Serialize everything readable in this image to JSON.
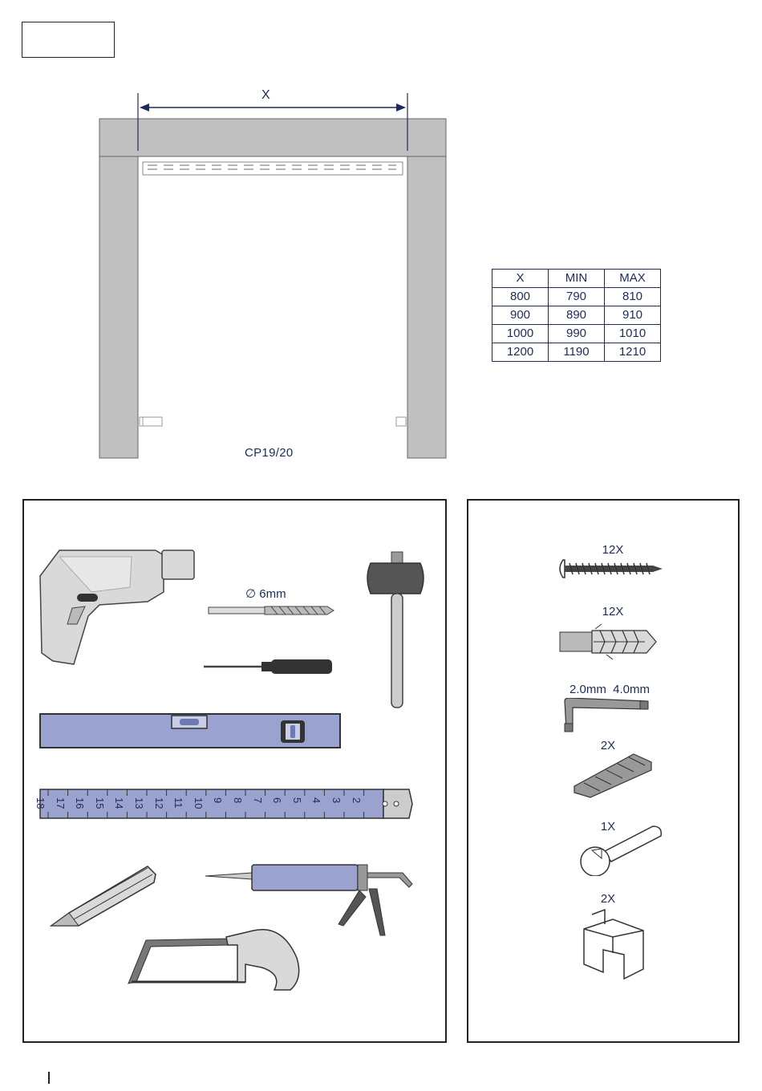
{
  "dimension_label": "X",
  "model_code": "CP19/20",
  "size_table": {
    "headers": [
      "X",
      "MIN",
      "MAX"
    ],
    "rows": [
      [
        "800",
        "790",
        "810"
      ],
      [
        "900",
        "890",
        "910"
      ],
      [
        "1000",
        "990",
        "1010"
      ],
      [
        "1200",
        "1190",
        "1210"
      ]
    ]
  },
  "tools": {
    "drill_bit_label": "∅ 6mm",
    "tape_numbers": [
      "18",
      "17",
      "16",
      "15",
      "14",
      "13",
      "12",
      "11",
      "10",
      "9",
      "8",
      "7",
      "6",
      "5",
      "4",
      "3",
      "2"
    ]
  },
  "parts": {
    "screws_qty": "12X",
    "plugs_qty": "12X",
    "hex_keys_label": "2.0mm  4.0mm",
    "shims_qty": "2X",
    "wrench_qty": "1X",
    "clips_qty": "2X"
  },
  "colors": {
    "frame_gray": "#c0c0c0",
    "navy": "#1d2b5a",
    "tool_blue": "#9aa3cf"
  }
}
